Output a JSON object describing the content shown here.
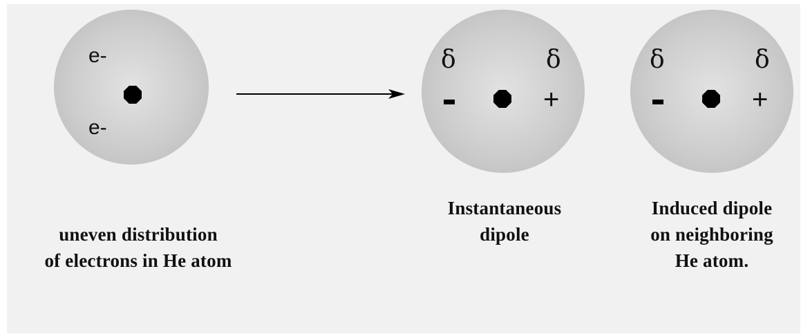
{
  "atoms": {
    "left": {
      "electron_labels": [
        "e-",
        "e-"
      ]
    },
    "middle": {
      "delta_left": "δ",
      "delta_right": "δ",
      "sign_left": "-",
      "sign_right": "+"
    },
    "right": {
      "delta_left": "δ",
      "delta_right": "δ",
      "sign_left": "-",
      "sign_right": "+"
    }
  },
  "captions": {
    "left": [
      "uneven distribution",
      "of electrons in He atom"
    ],
    "middle": [
      "Instantaneous",
      "dipole"
    ],
    "right": [
      "Induced dipole",
      "on neighboring",
      "He atom."
    ]
  },
  "colors": {
    "atom_fill": "#c8c8c8",
    "background": "#f1f1f1",
    "nucleus": "#000000"
  }
}
